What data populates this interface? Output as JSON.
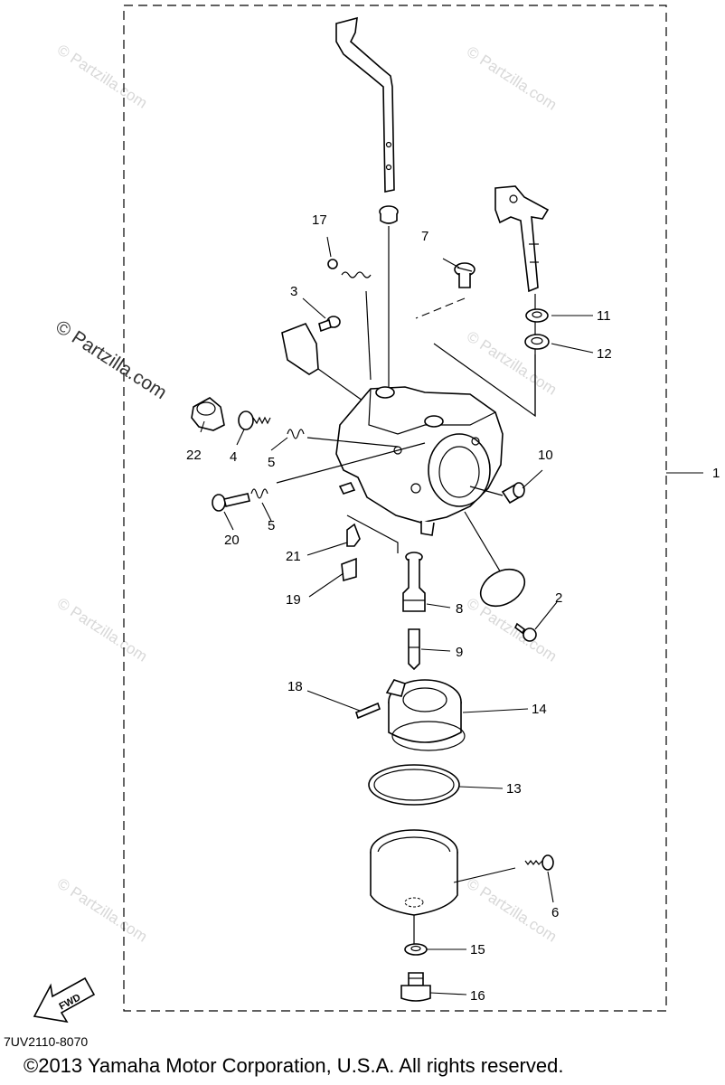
{
  "watermarks": {
    "faint": "© Partzilla.com",
    "strong": "© Partzilla.com"
  },
  "callouts": [
    "1",
    "2",
    "3",
    "4",
    "5",
    "5",
    "6",
    "7",
    "8",
    "9",
    "10",
    "11",
    "12",
    "13",
    "14",
    "15",
    "16",
    "17",
    "18",
    "19",
    "20",
    "21",
    "22"
  ],
  "fwd_label": "FWD",
  "reference_code": "7UV2110-8070",
  "copyright": "©2013 Yamaha Motor Corporation, U.S.A. All rights reserved."
}
